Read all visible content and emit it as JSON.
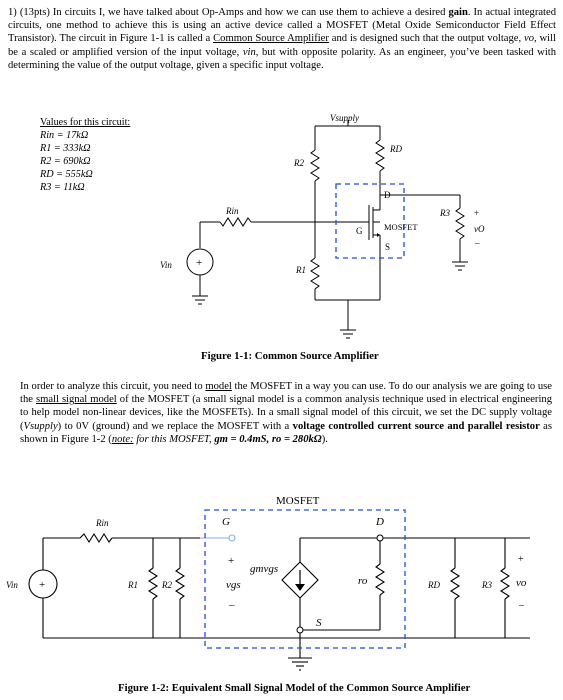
{
  "problem": {
    "number": "1)",
    "points": "(13pts)",
    "intro_1": " In circuits I, we have talked about Op-Amps and how we can use them to achieve a desired ",
    "gain": "gain",
    "intro_2": ". In actual integrated circuits, one method to achieve this is using an active device called a MOSFET (Metal Oxide Semiconductor Field Effect Transistor). The circuit in Figure 1-1 is called a ",
    "common_source_amplifier": "Common Source Amplifier",
    "intro_3": " and is designed such that the output voltage, ",
    "vo": "vo",
    "intro_4": ", will be a scaled or amplified version of the input voltage, ",
    "vin": "vin",
    "intro_5": ", but with opposite polarity. As an engineer, you’ve been tasked with determining the value of the output voltage, given a specific input voltage."
  },
  "values": {
    "heading": "Values for this circuit:",
    "items": [
      "Rin = 17kΩ",
      "R1 = 333kΩ",
      "R2 = 690kΩ",
      "RD = 555kΩ",
      "R3 = 11kΩ"
    ]
  },
  "figure1": {
    "vsupply": "Vsupply",
    "rd": "RD",
    "r2": "R2",
    "r1": "R1",
    "r3": "R3",
    "rin": "Rin",
    "vin": "Vin",
    "d": "D",
    "g": "G",
    "s": "S",
    "mosfet": "MOSFET",
    "plus": "+",
    "minus": "–",
    "vo": "vO",
    "caption": "Figure 1-1: Common Source Amplifier"
  },
  "analysis": {
    "t1": "In order to analyze this circuit, you need to ",
    "model": "model",
    "t2": " the MOSFET in a way you can use. To do our analysis we are going to use the ",
    "small_signal_model": "small signal model",
    "t3": " of the MOSFET (a small signal model is a common analysis technique used in electrical engineering to help model non-linear devices, like the MOSFETs). In a small signal model of this circuit, we set the DC supply voltage (",
    "vsupply": "Vsupply",
    "t4": ") to 0V (ground) and we replace the MOSFET with a ",
    "bold_phrase": "voltage controlled current source and parallel resistor",
    "t5": " as shown in Figure 1-2 (",
    "note": "note:",
    "t6": " for this MOSFET, ",
    "gm": "gm = 0.4mS, ro = 280kΩ",
    "t7": ")."
  },
  "figure2": {
    "mosfet": "MOSFET",
    "g": "G",
    "d": "D",
    "s": "S",
    "rin": "Rin",
    "vin": "Vin",
    "r1": "R1",
    "r2": "R2",
    "rd": "RD",
    "r3": "R3",
    "ro": "ro",
    "gmvgs": "gmvgs",
    "vgs": "vgs",
    "vo": "vo",
    "plus": "+",
    "minus": "–",
    "caption": "Figure 1-2: Equivalent Small Signal Model of the Common Source Amplifier"
  }
}
